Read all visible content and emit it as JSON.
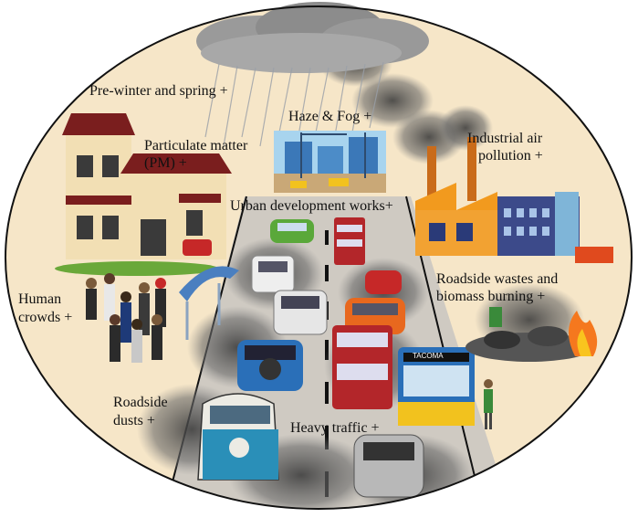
{
  "labels": {
    "pre_winter": "Pre-winter and spring +",
    "haze_fog": "Haze & Fog +",
    "pm_line1": "Particulate matter",
    "pm_line2": "(PM) +",
    "industrial_line1": "Industrial air",
    "industrial_line2": "pollution +",
    "urban_dev": "Urban development  works+",
    "roadside_wastes_line1": "Roadside wastes and",
    "roadside_wastes_line2": "biomass burning +",
    "human_line1": "Human",
    "human_line2": "crowds +",
    "dusts_line1": "Roadside",
    "dusts_line2": "dusts +",
    "heavy_traffic": "Heavy traffic +"
  },
  "signs": {
    "bus_destination": "TACOMA"
  },
  "colors": {
    "ellipse_fill": "#f6e6c8",
    "ellipse_stroke": "#111111",
    "road": "#c9c4bc",
    "smoke": "#5a5a5a",
    "cloud": "#8a8a8a",
    "factory_orange": "#f29a1e",
    "factory_blue": "#3c4a8a",
    "house_wall": "#f2dfb4",
    "house_roof": "#7a1e1e",
    "bus_red": "#b3262a",
    "bus_blue": "#2a6fb8",
    "fire": "#f5781e"
  }
}
